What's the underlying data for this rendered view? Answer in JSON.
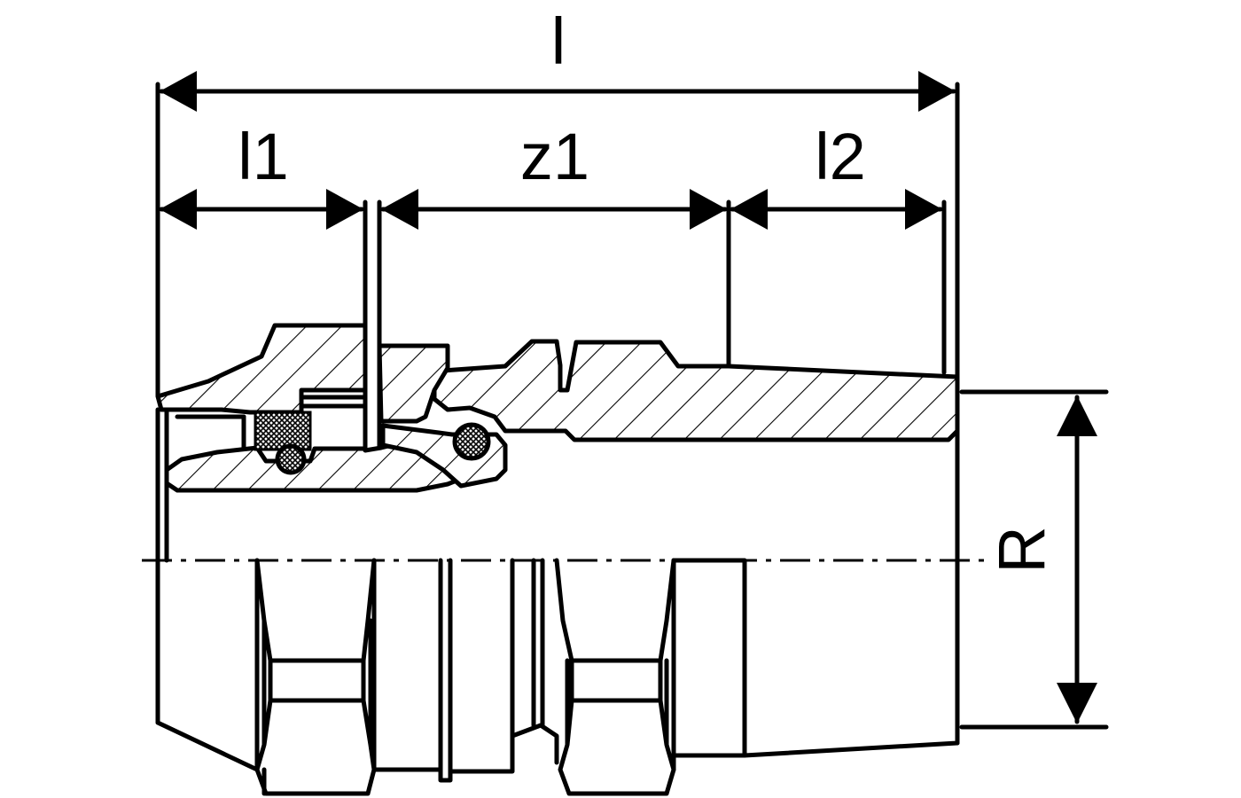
{
  "dimensions": {
    "total_length": "l",
    "l1": "l1",
    "z1": "z1",
    "l2": "l2",
    "thread": "R"
  },
  "colors": {
    "line": "#000000",
    "background": "#ffffff"
  }
}
